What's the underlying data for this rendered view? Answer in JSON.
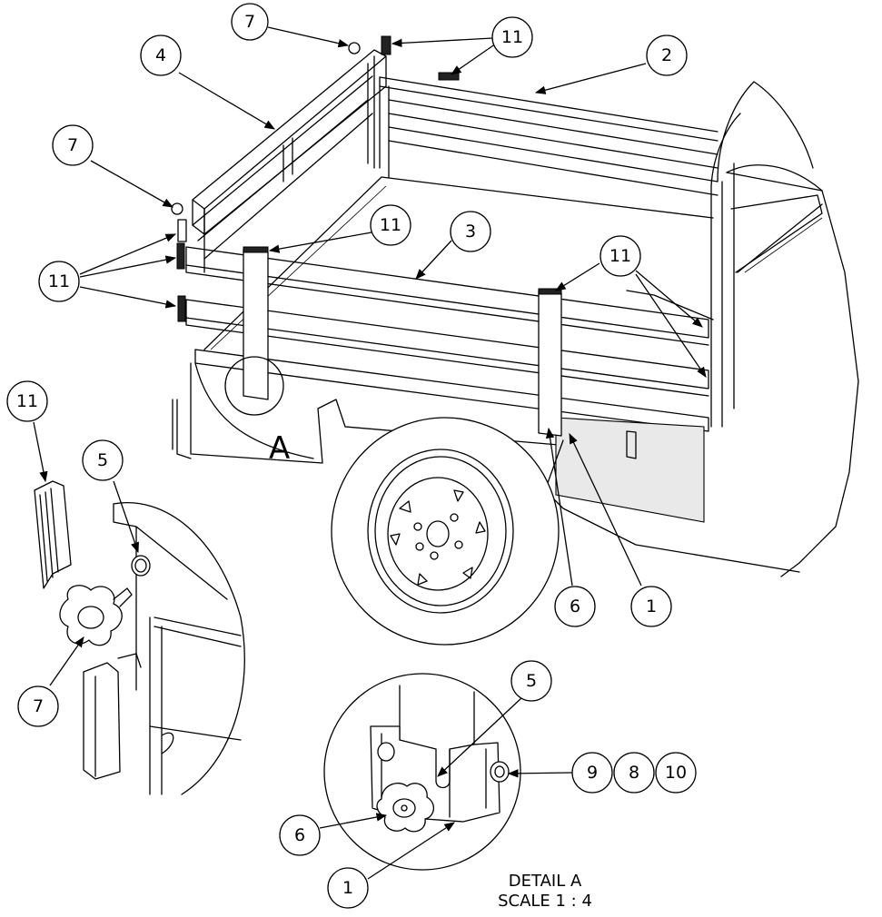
{
  "detail_view_label": "A",
  "detail_caption": {
    "title": "DETAIL A",
    "scale": "SCALE 1 : 4"
  },
  "balloons": [
    {
      "id": "b-7-top",
      "label": "7"
    },
    {
      "id": "b-11-top",
      "label": "11"
    },
    {
      "id": "b-4",
      "label": "4"
    },
    {
      "id": "b-2",
      "label": "2"
    },
    {
      "id": "b-7-left",
      "label": "7"
    },
    {
      "id": "b-11-left",
      "label": "11"
    },
    {
      "id": "b-11-center",
      "label": "11"
    },
    {
      "id": "b-3",
      "label": "3"
    },
    {
      "id": "b-11-right",
      "label": "11"
    },
    {
      "id": "b-11-inset",
      "label": "11"
    },
    {
      "id": "b-5-inset",
      "label": "5"
    },
    {
      "id": "b-7-inset",
      "label": "7"
    },
    {
      "id": "b-6",
      "label": "6"
    },
    {
      "id": "b-1",
      "label": "1"
    },
    {
      "id": "b-5-detail",
      "label": "5"
    },
    {
      "id": "b-9",
      "label": "9"
    },
    {
      "id": "b-8",
      "label": "8"
    },
    {
      "id": "b-10",
      "label": "10"
    },
    {
      "id": "b-6-detail",
      "label": "6"
    },
    {
      "id": "b-1-detail",
      "label": "1"
    }
  ]
}
